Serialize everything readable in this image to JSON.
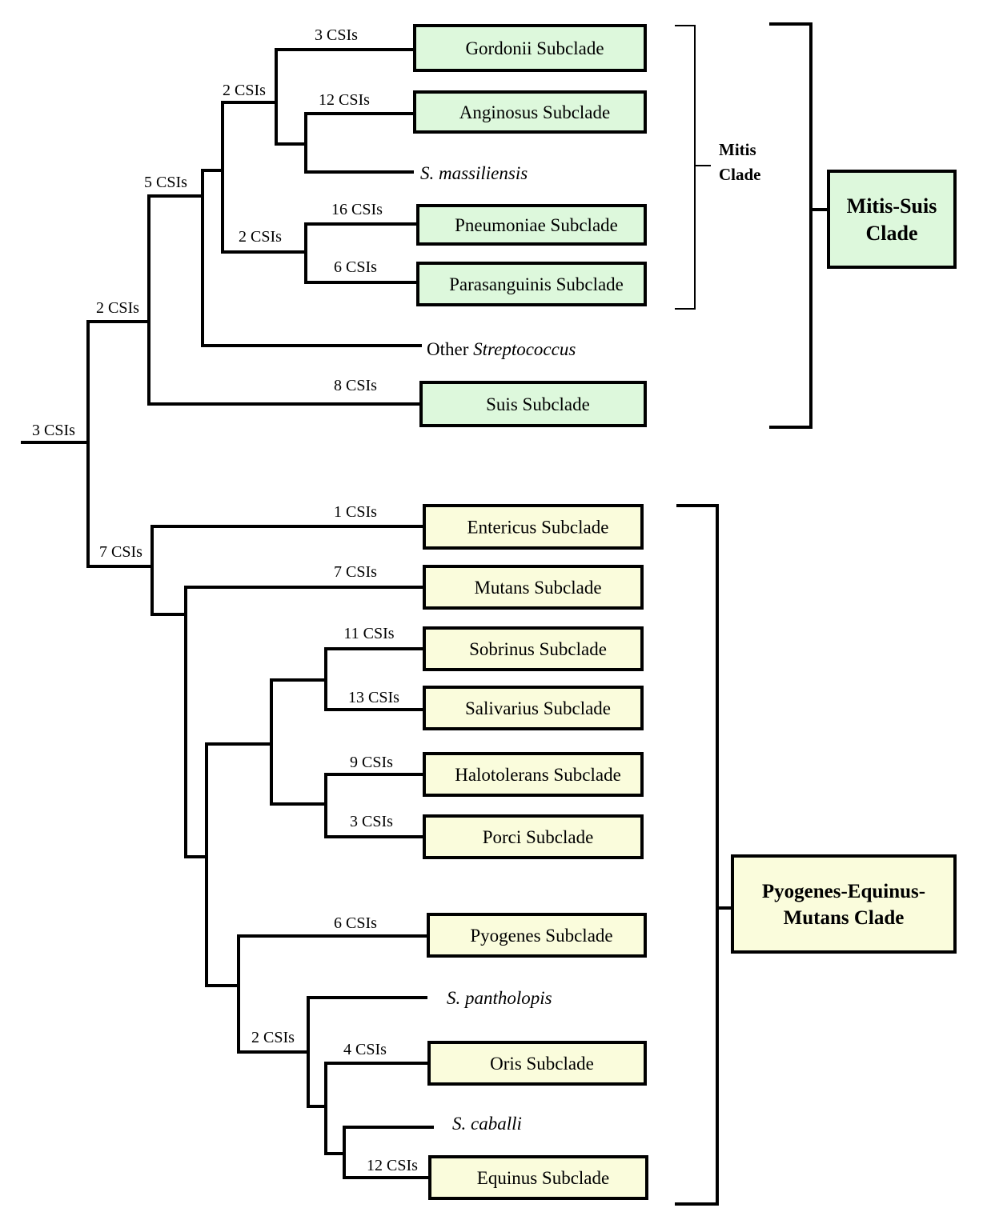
{
  "figure": {
    "colors": {
      "mitis_suis_fill": "#ddf8dc",
      "pyogenes_fill": "#fafcdc",
      "line": "#000000"
    },
    "root_label": "3 CSIs",
    "nodes": {
      "mitis_suis_split": "2 CSIs",
      "mitis_plus_other": "5 CSIs",
      "gordonii_anginosus": "2 CSIs",
      "pneumoniae_parasanguinis": "2 CSIs",
      "pyogenes_group": "7 CSIs",
      "equinus_oris": "2 CSIs"
    },
    "leaves": [
      {
        "id": "gordonii",
        "label": "Gordonii Subclade",
        "csi": "3 CSIs",
        "group": "mitis_suis",
        "boxed": true
      },
      {
        "id": "anginosus",
        "label": "Anginosus Subclade",
        "csi": "12 CSIs",
        "group": "mitis_suis",
        "boxed": true
      },
      {
        "id": "massiliensis",
        "label": "S. massiliensis",
        "csi": "",
        "group": "mitis_suis",
        "boxed": false
      },
      {
        "id": "pneumoniae",
        "label": "Pneumoniae Subclade",
        "csi": "16 CSIs",
        "group": "mitis_suis",
        "boxed": true
      },
      {
        "id": "parasanguinis",
        "label": "Parasanguinis Subclade",
        "csi": "6 CSIs",
        "group": "mitis_suis",
        "boxed": true
      },
      {
        "id": "other_strep",
        "label_plain": "Other ",
        "label_italic": "Streptococcus",
        "csi": "",
        "group": "none",
        "boxed": false
      },
      {
        "id": "suis",
        "label": "Suis Subclade",
        "csi": "8 CSIs",
        "group": "mitis_suis",
        "boxed": true
      },
      {
        "id": "entericus",
        "label": "Entericus Subclade",
        "csi": "1 CSIs",
        "group": "pyogenes",
        "boxed": true
      },
      {
        "id": "mutans",
        "label": "Mutans Subclade",
        "csi": "7 CSIs",
        "group": "pyogenes",
        "boxed": true
      },
      {
        "id": "sobrinus",
        "label": "Sobrinus Subclade",
        "csi": "11 CSIs",
        "group": "pyogenes",
        "boxed": true
      },
      {
        "id": "salivarius",
        "label": "Salivarius Subclade",
        "csi": "13 CSIs",
        "group": "pyogenes",
        "boxed": true
      },
      {
        "id": "halotolerans",
        "label": "Halotolerans Subclade",
        "csi": "9 CSIs",
        "group": "pyogenes",
        "boxed": true
      },
      {
        "id": "porci",
        "label": "Porci Subclade",
        "csi": "3 CSIs",
        "group": "pyogenes",
        "boxed": true
      },
      {
        "id": "pyogenes",
        "label": "Pyogenes Subclade",
        "csi": "6 CSIs",
        "group": "pyogenes",
        "boxed": true
      },
      {
        "id": "pantholopis",
        "label": "S. pantholopis",
        "csi": "",
        "group": "pyogenes",
        "boxed": false
      },
      {
        "id": "oris",
        "label": "Oris Subclade",
        "csi": "4 CSIs",
        "group": "pyogenes",
        "boxed": true
      },
      {
        "id": "caballi",
        "label": "S. caballi",
        "csi": "",
        "group": "pyogenes",
        "boxed": false
      },
      {
        "id": "equinus",
        "label": "Equinus Subclade",
        "csi": "12 CSIs",
        "group": "pyogenes",
        "boxed": true
      }
    ],
    "brackets": {
      "mitis_line1": "Mitis",
      "mitis_line2": "Clade",
      "mitis_suis_line1": "Mitis-Suis",
      "mitis_suis_line2": "Clade",
      "pyogenes_line1": "Pyogenes-Equinus-",
      "pyogenes_line2": "Mutans Clade"
    }
  }
}
